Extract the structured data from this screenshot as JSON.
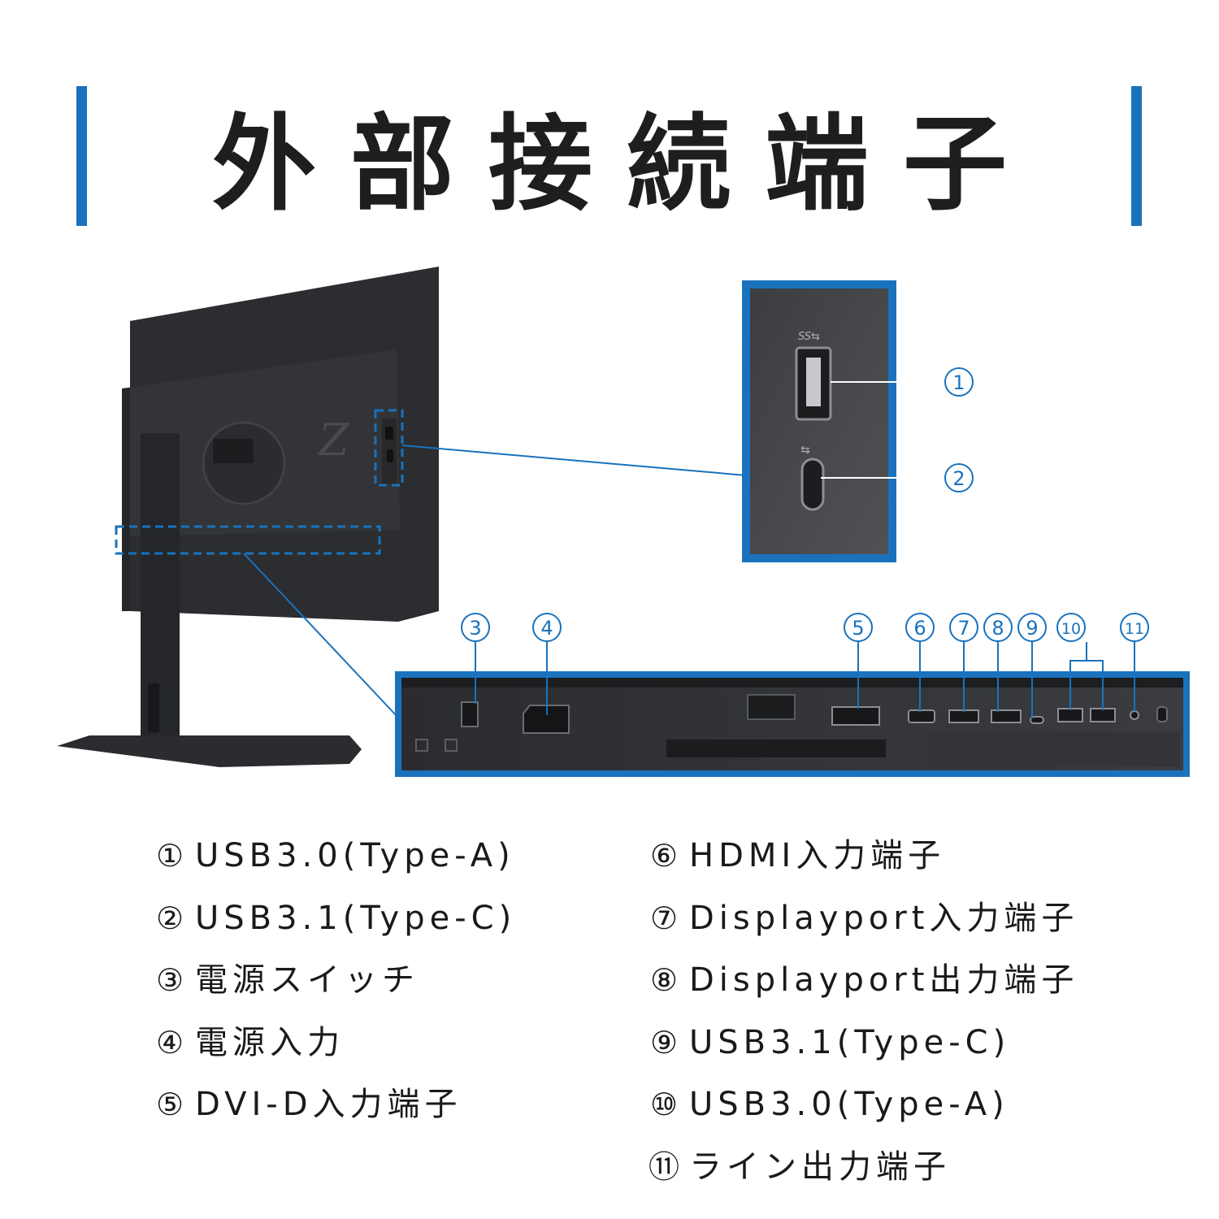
{
  "title": "外部接続端子",
  "callout_numbers": [
    "①",
    "②",
    "③",
    "④",
    "⑤",
    "⑥",
    "⑦",
    "⑧",
    "⑨",
    "⑩",
    "⑪"
  ],
  "legend": {
    "left": [
      {
        "num": "①",
        "text": "USB3.0(Type-A)"
      },
      {
        "num": "②",
        "text": "USB3.1(Type-C)"
      },
      {
        "num": "③",
        "text": "電源スイッチ"
      },
      {
        "num": "④",
        "text": "電源入力"
      },
      {
        "num": "⑤",
        "text": "DVI-D入力端子"
      }
    ],
    "right": [
      {
        "num": "⑥",
        "text": "HDMI入力端子"
      },
      {
        "num": "⑦",
        "text": "Displayport入力端子"
      },
      {
        "num": "⑧",
        "text": "Displayport出力端子"
      },
      {
        "num": "⑨",
        "text": "USB3.1(Type-C)"
      },
      {
        "num": "⑩",
        "text": "USB3.0(Type-A)"
      },
      {
        "num": "⑪",
        "text": "ライン出力端子"
      }
    ]
  },
  "colors": {
    "accent": "#1a72bd",
    "text": "#1e1e1e",
    "monitor": "#2b2d30",
    "background": "#ffffff"
  }
}
